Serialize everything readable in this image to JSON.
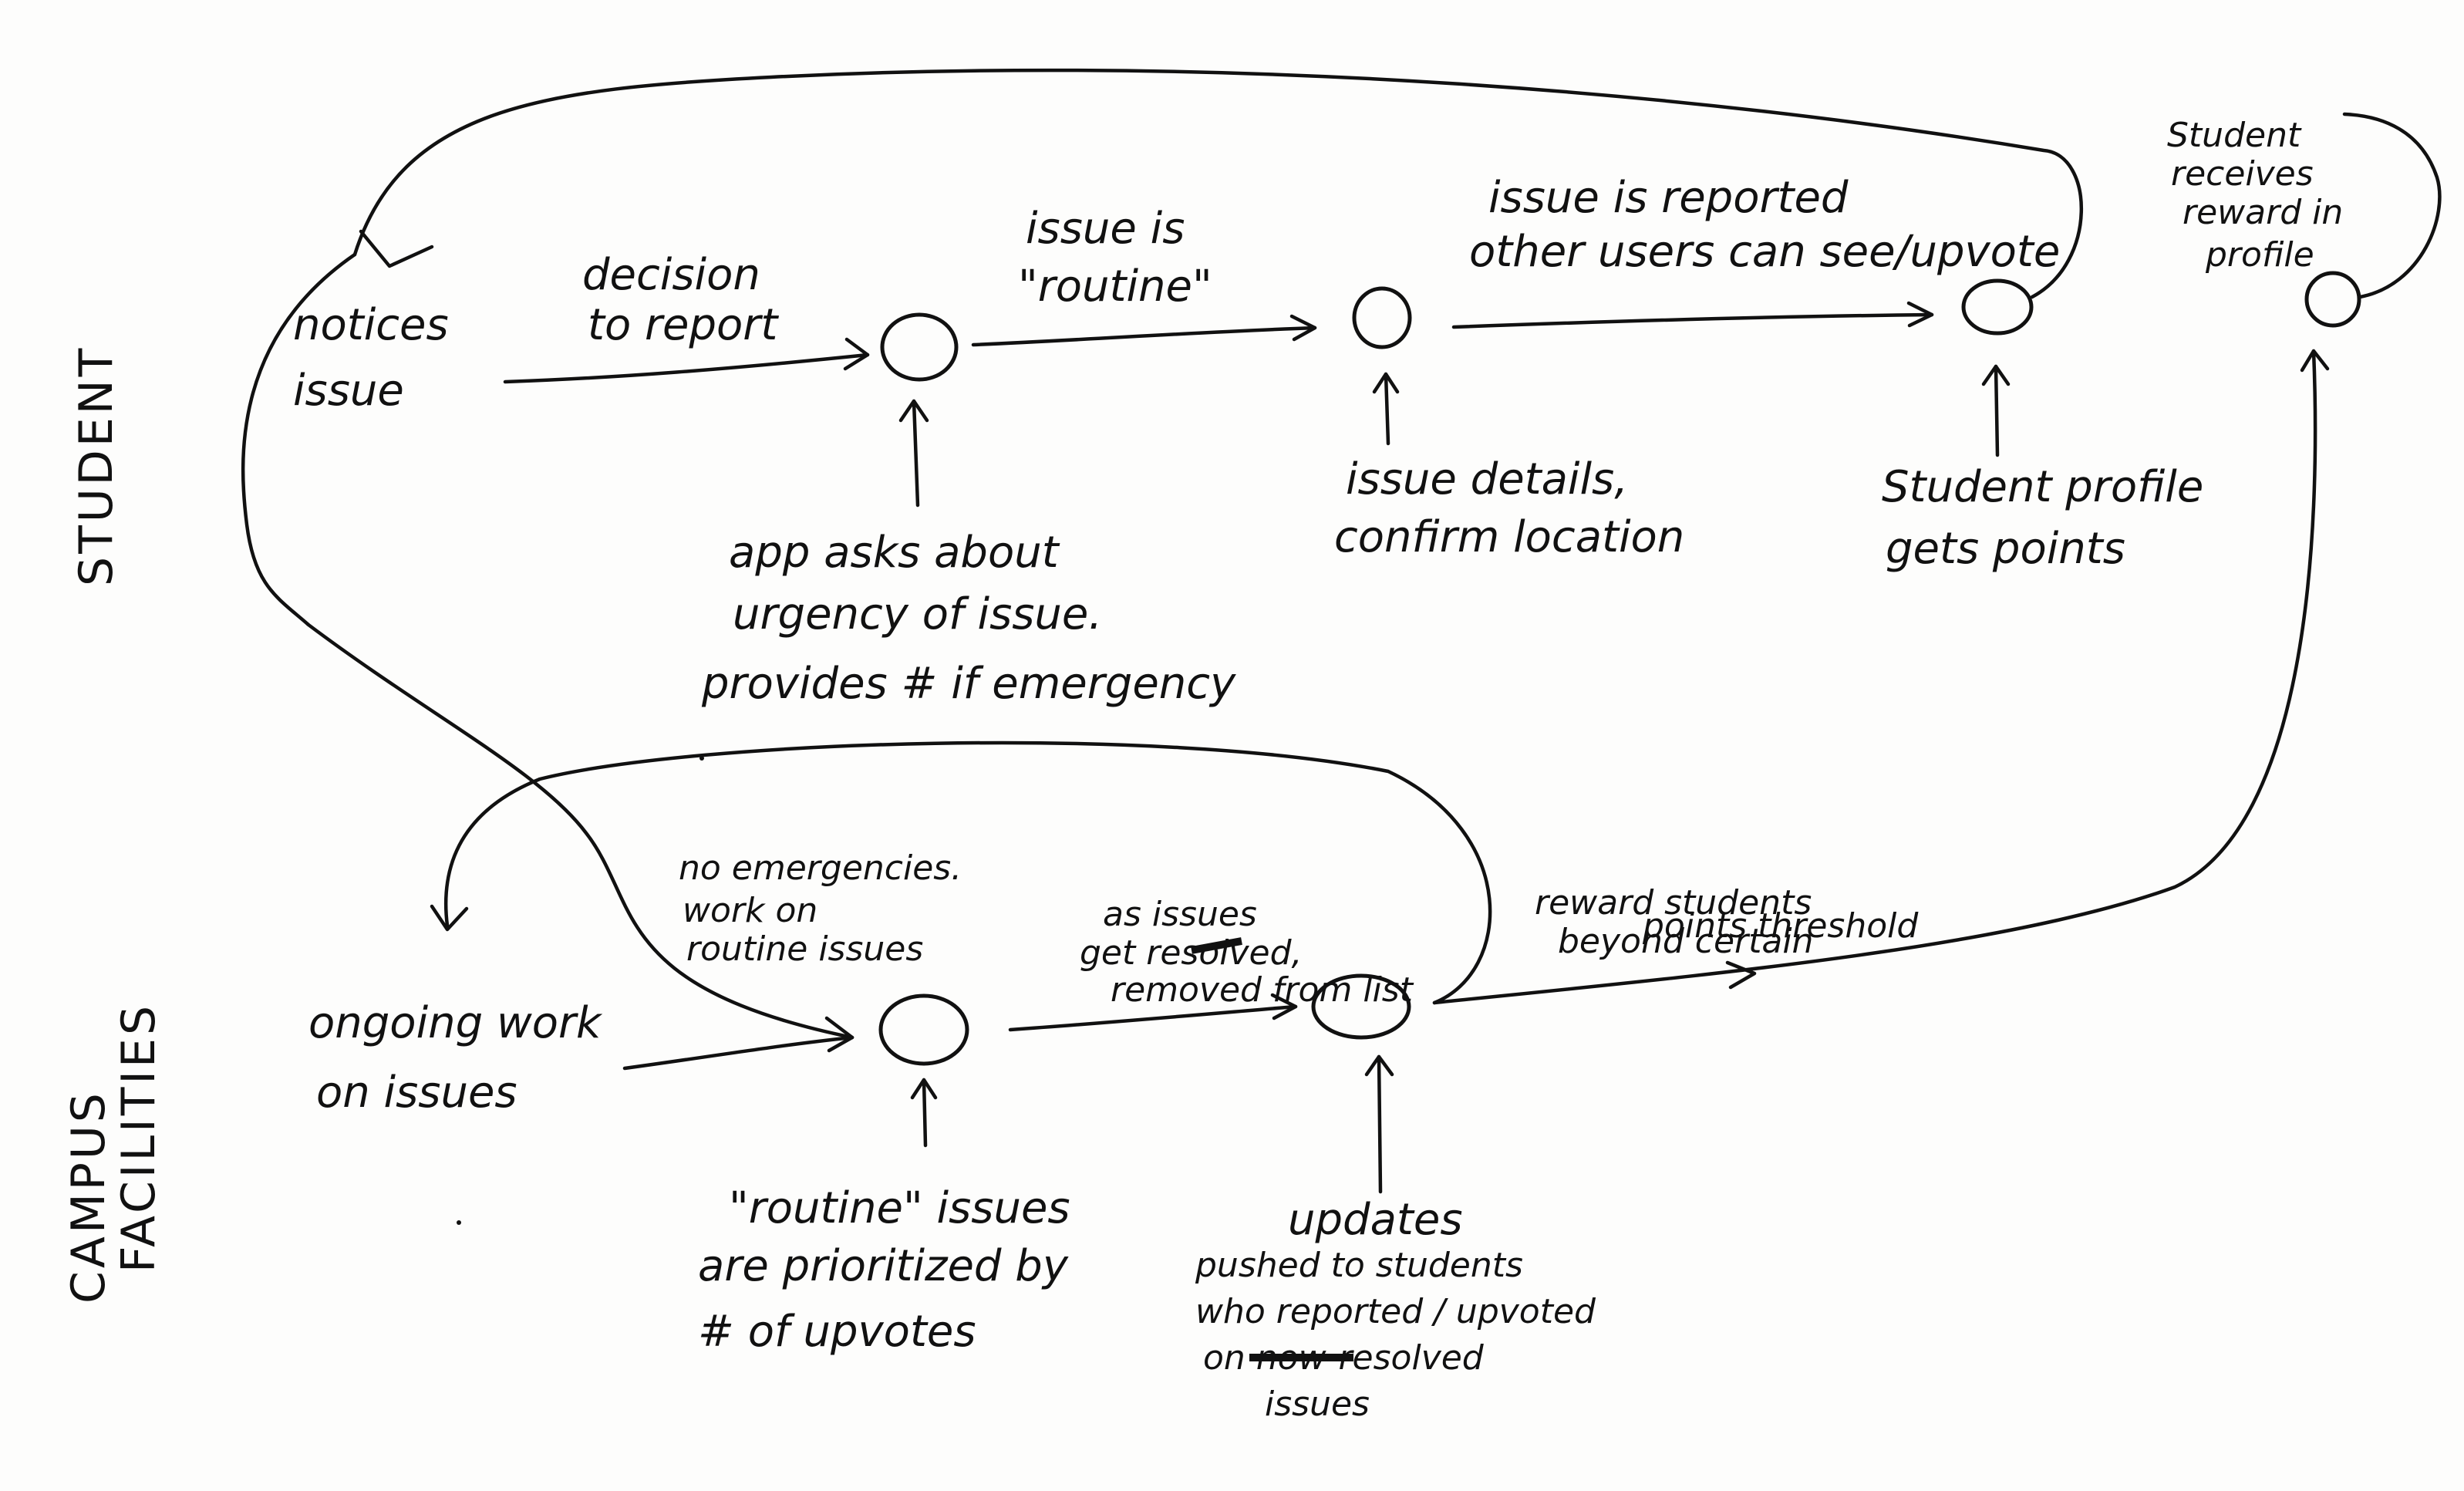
{
  "lanes": {
    "student": "STUDENT",
    "facilities_line1": "CAMPUS",
    "facilities_line2": "FACILITIES"
  },
  "student_flow": {
    "notices_1": "notices",
    "notices_2": "issue",
    "decision_1": "decision",
    "decision_2": "to report",
    "routine_1": "issue is",
    "routine_2": "\"routine\"",
    "reported_1": "issue is reported",
    "reported_2": "other users can see/upvote",
    "reward_1": "Student",
    "reward_2": "receives",
    "reward_3": "reward in",
    "reward_4": "profile",
    "app_1": "app asks about",
    "app_2": "urgency of issue.",
    "app_3": "provides # if emergency",
    "details_1": "issue details,",
    "details_2": "confirm location",
    "points_1": "Student profile",
    "points_2": "gets points"
  },
  "facilities_flow": {
    "ongoing_1": "ongoing work",
    "ongoing_2": "on issues",
    "noemerg_1": "no emergencies.",
    "noemerg_2": "work on",
    "noemerg_3": "routine issues",
    "resolved_1": "as issues",
    "resolved_2": "get resolved,",
    "resolved_3": "removed from list",
    "rewardst_1": "reward students",
    "rewardst_2": "beyond certain",
    "rewardst_3": "points threshold",
    "prior_1": "\"routine\" issues",
    "prior_2": "are prioritized by",
    "prior_3": "# of upvotes",
    "updates_1": "updates",
    "updates_2": "pushed to students",
    "updates_3": "who reported / upvoted",
    "updates_4": "on now-resolved",
    "updates_5": "issues"
  }
}
